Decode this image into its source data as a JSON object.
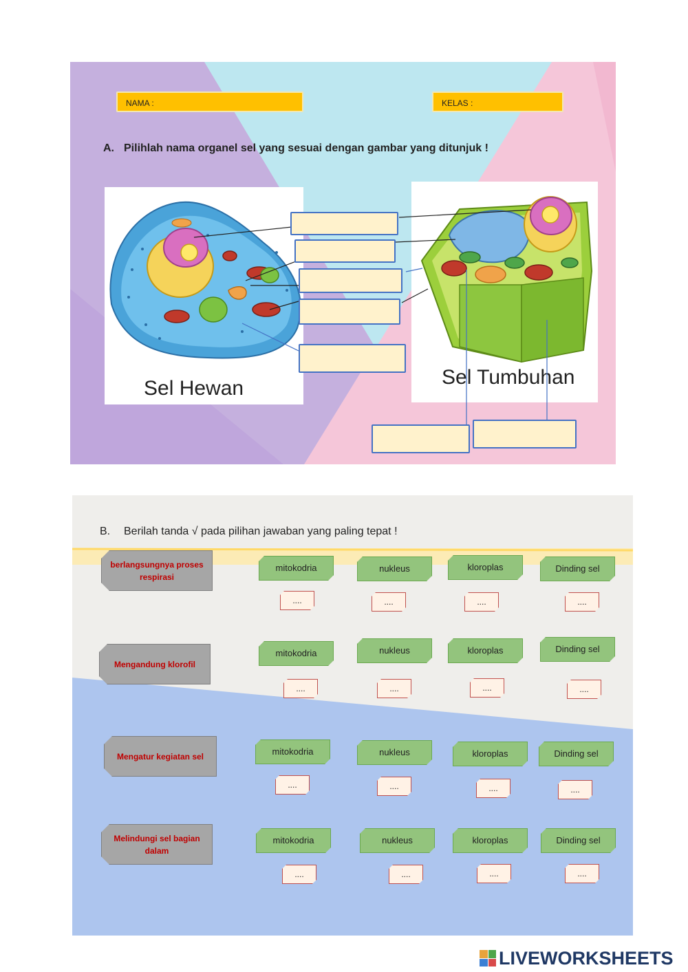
{
  "section_a": {
    "nama_label": "NAMA :",
    "kelas_label": "KELAS :",
    "question_number": "A.",
    "question_text": "Pilihlah nama organel sel yang sesuai dengan gambar yang ditunjuk !",
    "animal_caption": "Sel Hewan",
    "plant_caption": "Sel Tumbuhan"
  },
  "section_b": {
    "question_number": "B.",
    "question_text": "Berilah tanda √ pada pilihan jawaban yang paling tepat !",
    "rows": [
      {
        "question": "berlangsungnya proses respirasi",
        "options": [
          "mitokodria",
          "nukleus",
          "kloroplas",
          "Dinding sel"
        ],
        "blanks": [
          "....",
          "....",
          "....",
          "...."
        ]
      },
      {
        "question": "Mengandung klorofil",
        "options": [
          "mitokodria",
          "nukleus",
          "kloroplas",
          "Dinding sel"
        ],
        "blanks": [
          "....",
          "....",
          "....",
          "...."
        ]
      },
      {
        "question": "Mengatur kegiatan sel",
        "options": [
          "mitokodria",
          "nukleus",
          "kloroplas",
          "Dinding sel"
        ],
        "blanks": [
          "....",
          "....",
          "....",
          "...."
        ]
      },
      {
        "question": "Melindungi sel bagian dalam",
        "options": [
          "mitokodria",
          "nukleus",
          "kloroplas",
          "Dinding sel"
        ],
        "blanks": [
          "....",
          "....",
          "....",
          "...."
        ]
      }
    ]
  },
  "footer": {
    "brand": "LIVEWORKSHEETS"
  },
  "colors": {
    "name_bar": "#ffc000",
    "answer_box_fill": "#fff2cc",
    "answer_box_border": "#4472c4",
    "option_fill": "#93c47d",
    "question_fill": "#a6a6a6",
    "question_text": "#c00000"
  }
}
